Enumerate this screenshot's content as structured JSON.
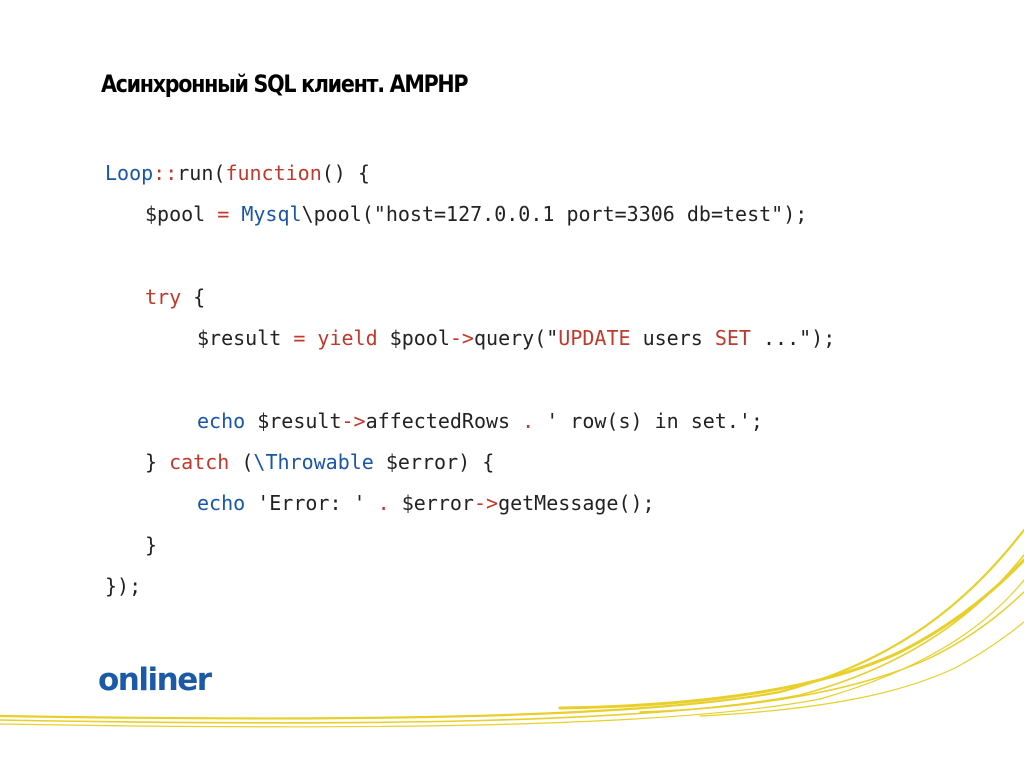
{
  "slide": {
    "title": "Асинхронный SQL клиент. AMPHP"
  },
  "code": {
    "lines": [
      {
        "indent": 0,
        "tokens": [
          {
            "c": "kw",
            "t": "Loop"
          },
          {
            "c": "rd",
            "t": "::"
          },
          {
            "c": "df",
            "t": "run("
          },
          {
            "c": "rd",
            "t": "function"
          },
          {
            "c": "df",
            "t": "() {"
          }
        ]
      },
      {
        "indent": 1,
        "tokens": [
          {
            "c": "df",
            "t": "$pool "
          },
          {
            "c": "rd",
            "t": "="
          },
          {
            "c": "df",
            "t": " "
          },
          {
            "c": "kw",
            "t": "Mysql"
          },
          {
            "c": "df",
            "t": "\\pool(\"host=127.0.0.1 port=3306 db=test\");"
          }
        ]
      },
      {
        "indent": 0,
        "tokens": []
      },
      {
        "indent": 1,
        "tokens": [
          {
            "c": "rd",
            "t": "try"
          },
          {
            "c": "df",
            "t": " {"
          }
        ]
      },
      {
        "indent": 2,
        "tokens": [
          {
            "c": "df",
            "t": "$result "
          },
          {
            "c": "rd",
            "t": "="
          },
          {
            "c": "df",
            "t": " "
          },
          {
            "c": "rd",
            "t": "yield"
          },
          {
            "c": "df",
            "t": " $pool"
          },
          {
            "c": "rd",
            "t": "->"
          },
          {
            "c": "df",
            "t": "query(\""
          },
          {
            "c": "rd",
            "t": "UPDATE"
          },
          {
            "c": "df",
            "t": " users "
          },
          {
            "c": "rd",
            "t": "SET"
          },
          {
            "c": "df",
            "t": " ...\");"
          }
        ]
      },
      {
        "indent": 0,
        "tokens": []
      },
      {
        "indent": 2,
        "tokens": [
          {
            "c": "kw",
            "t": "echo"
          },
          {
            "c": "df",
            "t": " $result"
          },
          {
            "c": "rd",
            "t": "->"
          },
          {
            "c": "df",
            "t": "affectedRows "
          },
          {
            "c": "rd",
            "t": "."
          },
          {
            "c": "df",
            "t": " ' row(s) in set.';"
          }
        ]
      },
      {
        "indent": 1,
        "tokens": [
          {
            "c": "df",
            "t": "} "
          },
          {
            "c": "rd",
            "t": "catch"
          },
          {
            "c": "df",
            "t": " ("
          },
          {
            "c": "kw",
            "t": "\\Throwable"
          },
          {
            "c": "df",
            "t": " $error) {"
          }
        ]
      },
      {
        "indent": 2,
        "tokens": [
          {
            "c": "kw",
            "t": "echo"
          },
          {
            "c": "df",
            "t": " 'Error: ' "
          },
          {
            "c": "rd",
            "t": "."
          },
          {
            "c": "df",
            "t": " $error"
          },
          {
            "c": "rd",
            "t": "->"
          },
          {
            "c": "df",
            "t": "getMessage();"
          }
        ]
      },
      {
        "indent": 1,
        "tokens": [
          {
            "c": "df",
            "t": "}"
          }
        ]
      },
      {
        "indent": 0,
        "tokens": [
          {
            "c": "df",
            "t": "});"
          }
        ]
      }
    ]
  },
  "logo": {
    "text": "onliner",
    "color": "#1a5aa6"
  },
  "colors": {
    "keyword": "#1a56a8",
    "operator": "#c0392b",
    "text": "#222222",
    "swoosh": "#e8cf2a"
  },
  "icons": {
    "decoration": "yellow-swoosh-lines"
  }
}
